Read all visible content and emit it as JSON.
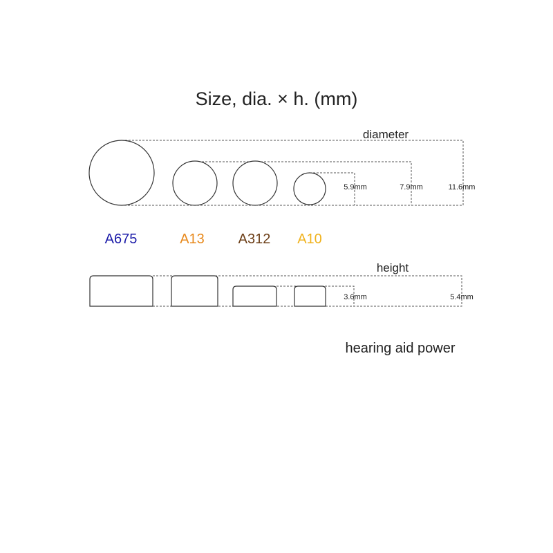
{
  "title": "Size, dia. × h. (mm)",
  "diameter_label": "diameter",
  "height_label": "height",
  "footer": "hearing aid power",
  "batteries": [
    {
      "name": "A675",
      "color": "#1a1aa8"
    },
    {
      "name": "A13",
      "color": "#e8891c"
    },
    {
      "name": "A312",
      "color": "#6b3d16"
    },
    {
      "name": "A10",
      "color": "#f0b21c"
    }
  ],
  "diameter_dims": [
    "5.9mm",
    "7.9mm",
    "11.6mm"
  ],
  "height_dims": [
    "3.6mm",
    "5.4mm"
  ]
}
